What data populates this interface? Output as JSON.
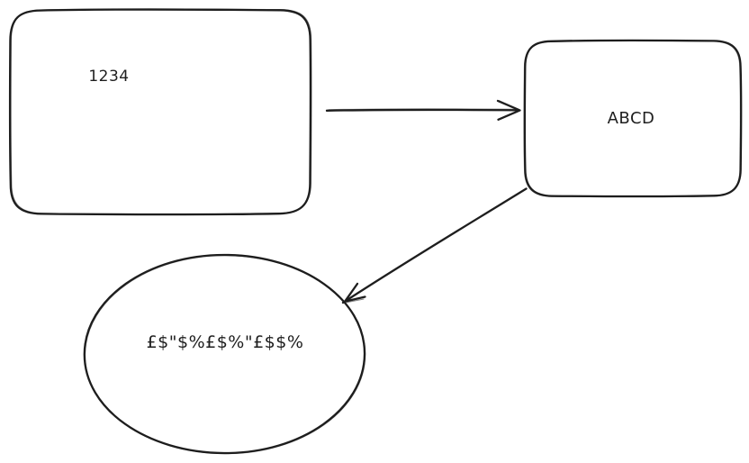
{
  "canvas": {
    "background_color": "#ffffff",
    "stroke_color": "#1e1e1e",
    "style": "hand-drawn-sketch"
  },
  "diagram": {
    "nodes": [
      {
        "id": "large-rounded-rectangle",
        "shape": "rounded-rectangle",
        "label": "1234"
      },
      {
        "id": "small-rounded-rectangle",
        "shape": "rounded-rectangle",
        "label": "ABCD"
      },
      {
        "id": "ellipse",
        "shape": "ellipse",
        "label": "£$\"$%£$%\"£$$%"
      }
    ],
    "edges": [
      {
        "id": "arrow-horizontal",
        "type": "arrow",
        "from": "large-rounded-rectangle",
        "to": "small-rounded-rectangle",
        "direction": "left-to-right"
      },
      {
        "id": "arrow-diagonal",
        "type": "arrow",
        "from": "small-rounded-rectangle",
        "to": "ellipse",
        "direction": "down-left"
      }
    ]
  }
}
